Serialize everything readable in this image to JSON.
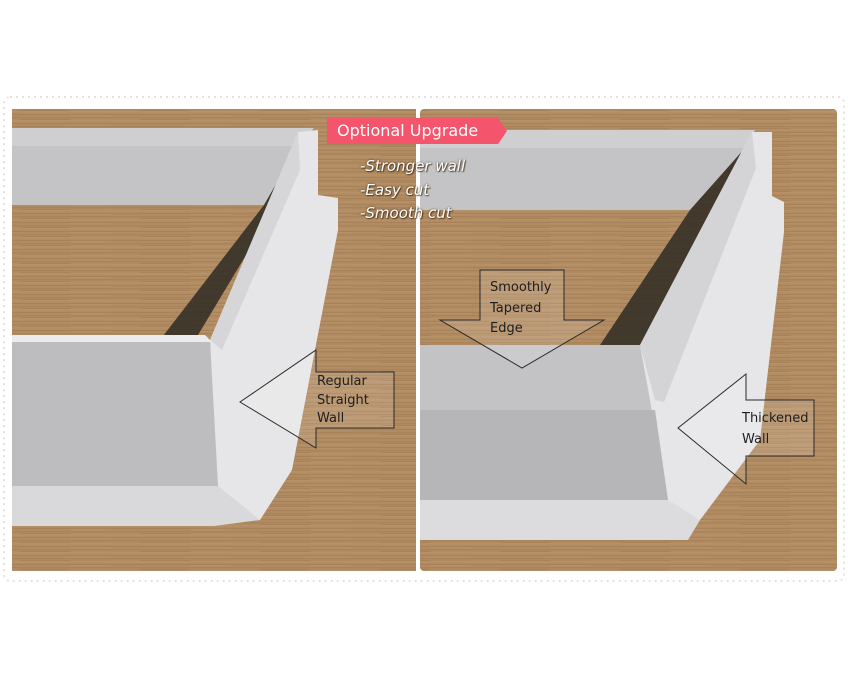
{
  "upgrade_tag": {
    "label": "Optional Upgrade",
    "color": "#f4546c"
  },
  "features": [
    "-Stronger wall",
    "-Easy cut",
    "-Smooth cut"
  ],
  "callouts": {
    "regular_wall": [
      "Regular",
      "Straight",
      "Wall"
    ],
    "tapered_edge": [
      "Smoothly",
      "Tapered",
      "Edge"
    ],
    "thickened_wall": [
      "Thickened",
      "Wall"
    ]
  },
  "colors": {
    "wood": "#b08a60",
    "tray": "#dcdcde",
    "frame": "#ffffff"
  }
}
